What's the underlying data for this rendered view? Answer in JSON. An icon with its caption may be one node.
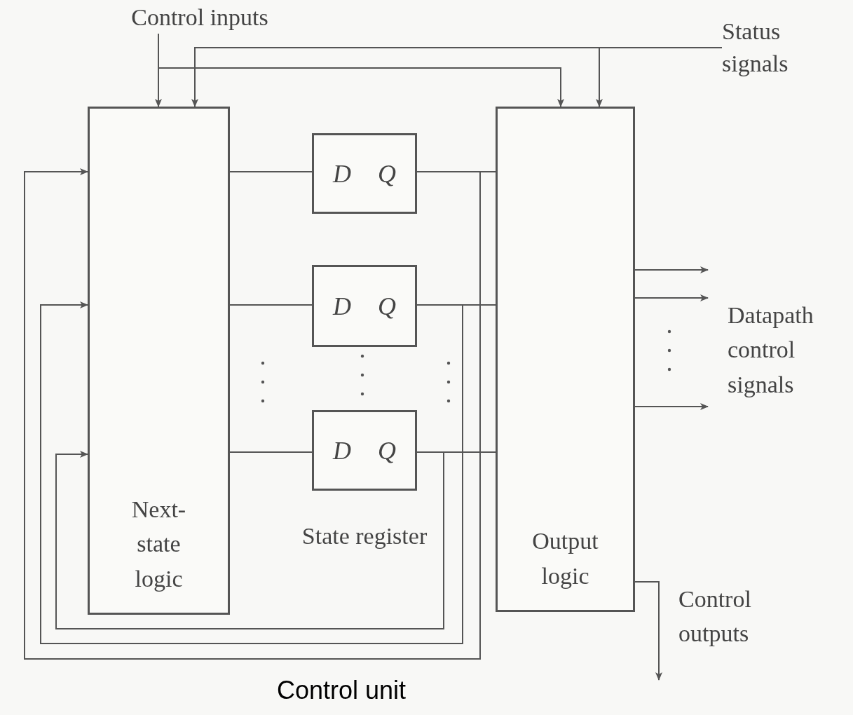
{
  "diagram": {
    "caption": "Control unit",
    "nodes": [
      {
        "text": [
          "Next- state logic"
        ]
      },
      {
        "text": [
          "D",
          "Q"
        ]
      },
      {
        "text": [
          "D",
          "Q"
        ]
      },
      {
        "text": [
          "D",
          "Q"
        ]
      },
      {
        "text": [
          "Output logic"
        ]
      },
      {
        "text": [
          "Control inputs"
        ]
      },
      {
        "text": [
          "Status signals"
        ]
      }
    ],
    "edges": [
      {
        "from": 5,
        "to": 0,
        "arrow": "to"
      },
      {
        "from": 5,
        "to": 4,
        "arrow": "to"
      },
      {
        "from": 6,
        "to": 0,
        "arrow": "to"
      },
      {
        "from": 6,
        "to": 4,
        "arrow": "to"
      },
      {
        "from": 0,
        "to": 1,
        "arrow": "none"
      },
      {
        "from": 0,
        "to": 2,
        "arrow": "none"
      },
      {
        "from": 0,
        "to": 3,
        "arrow": "none"
      },
      {
        "from": 1,
        "to": 4,
        "arrow": "none"
      },
      {
        "from": 2,
        "to": 4,
        "arrow": "none"
      },
      {
        "from": 3,
        "to": 4,
        "arrow": "none"
      },
      {
        "from": 1,
        "to": 0,
        "arrow": "to"
      },
      {
        "from": 2,
        "to": 0,
        "arrow": "to"
      },
      {
        "from": 3,
        "to": 0,
        "arrow": "to"
      },
      {
        "from": 4,
        "to": null,
        "arrow": "to"
      },
      {
        "from": 4,
        "to": null,
        "arrow": "to"
      },
      {
        "from": 4,
        "to": null,
        "arrow": "to"
      },
      {
        "from": 4,
        "to": null,
        "arrow": "to"
      }
    ],
    "labels": [
      "State register",
      "Datapath control signals",
      "Control outputs"
    ]
  }
}
